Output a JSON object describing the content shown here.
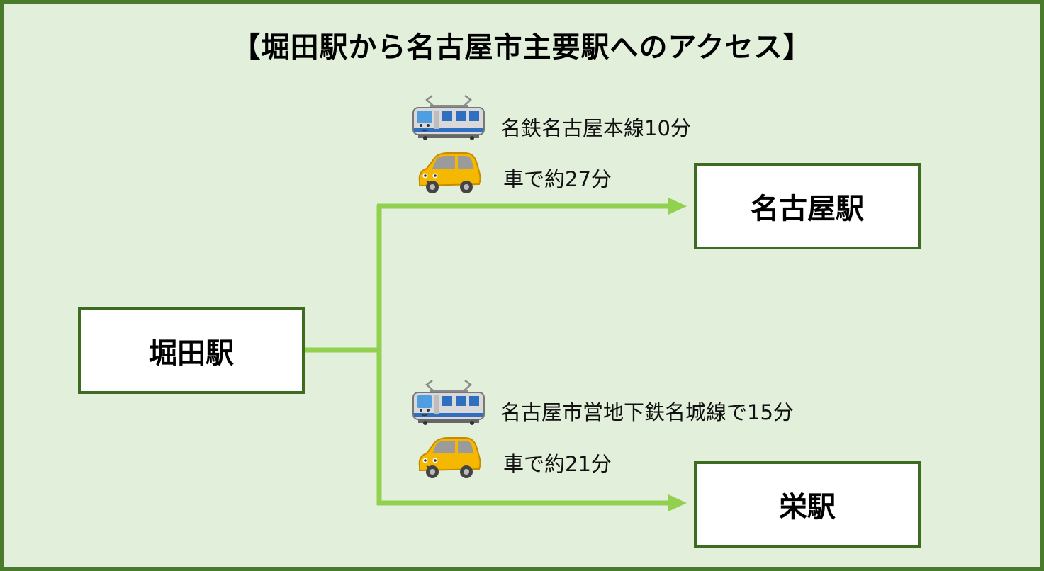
{
  "title": "【堀田駅から名古屋市主要駅へのアクセス】",
  "stations": {
    "origin": "堀田駅",
    "nagoya": "名古屋駅",
    "sakae": "栄駅"
  },
  "routes": {
    "nagoya": {
      "train_icon": "train-icon",
      "train": "名鉄名古屋本線10分",
      "car_icon": "car-icon",
      "car": "車で約27分"
    },
    "sakae": {
      "train_icon": "train-icon",
      "train": "名古屋市営地下鉄名城線で15分",
      "car_icon": "car-icon",
      "car": "車で約21分"
    }
  },
  "colors": {
    "background": "#e2efda",
    "border": "#4a7a2c",
    "connector": "#92d050",
    "box_border": "#3d6b1f"
  }
}
